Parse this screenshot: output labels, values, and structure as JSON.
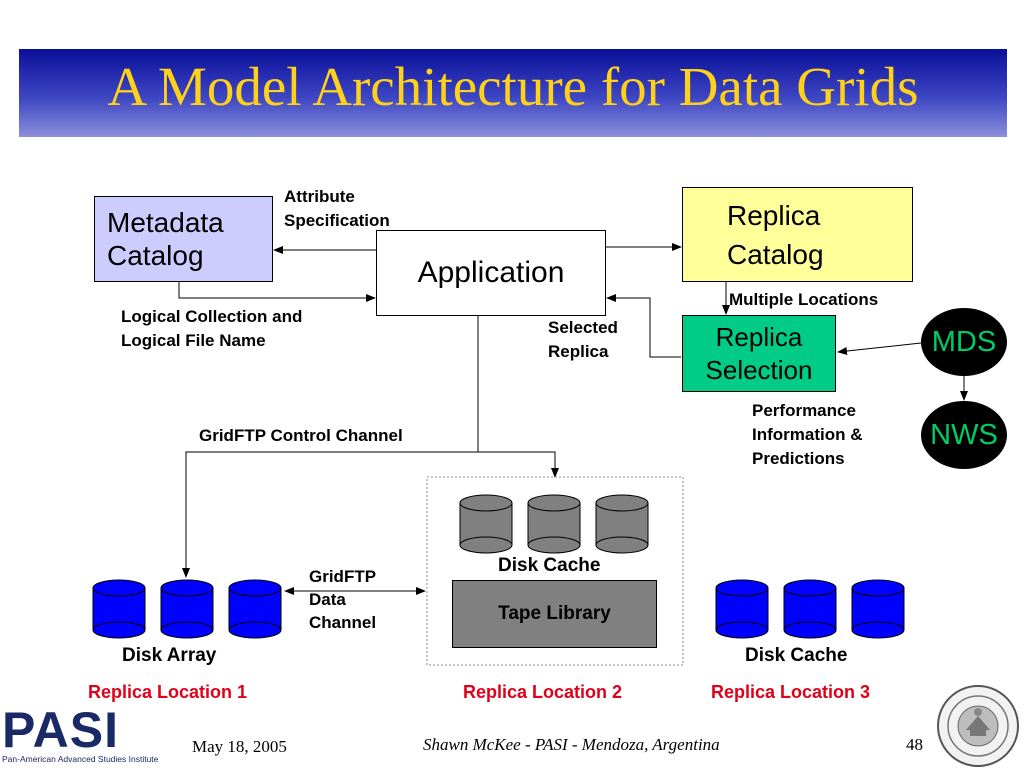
{
  "slide": {
    "title": "A Model Architecture for Data Grids"
  },
  "boxes": {
    "metadata_catalog": "Metadata\nCatalog",
    "application": "Application",
    "replica_catalog": "Replica\nCatalog",
    "replica_selection": "Replica\nSelection",
    "tape_library": "Tape Library",
    "mds": "MDS",
    "nws": "NWS"
  },
  "labels": {
    "attribute_specification": "Attribute\nSpecification",
    "logical_collection": "Logical Collection and\nLogical File Name",
    "multiple_locations": "Multiple Locations",
    "selected_replica": "Selected\nReplica",
    "performance_info": "Performance\nInformation &\nPredictions",
    "gridftp_control": "GridFTP Control Channel",
    "gridftp_data": "GridFTP\nData\nChannel",
    "disk_cache_center": "Disk Cache",
    "disk_array": "Disk Array",
    "disk_cache_right": "Disk Cache",
    "replica_location_1": "Replica Location 1",
    "replica_location_2": "Replica Location 2",
    "replica_location_3": "Replica Location 3"
  },
  "colors": {
    "metadata_fill": "#ccccff",
    "replica_catalog_fill": "#ffff99",
    "replica_selection_fill": "#00cc88",
    "tape_fill": "#808080",
    "blue_disk": "#0000ff",
    "gray_disk": "#808080",
    "nws_text": "#00cc66",
    "location_text": "#e0001a"
  },
  "footer": {
    "logo_text": "PASI",
    "logo_subtitle": "Pan-American Advanced Studies Institute",
    "date": "May 18, 2005",
    "author": "Shawn McKee - PASI - Mendoza, Argentina",
    "page_number": "48",
    "seal_icon": "university-of-michigan-seal-icon"
  }
}
